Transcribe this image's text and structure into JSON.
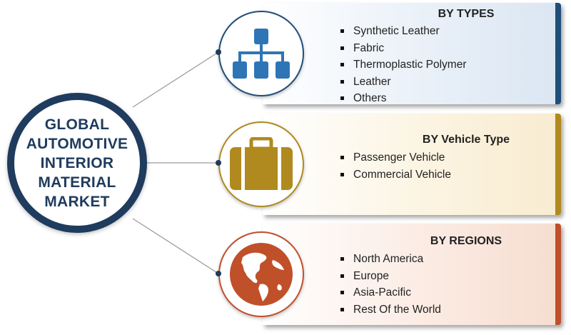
{
  "hub": {
    "title": "GLOBAL AUTOMOTIVE INTERIOR MATERIAL MARKET"
  },
  "segments": [
    {
      "title": "BY TYPES",
      "icon": "hierarchy-icon",
      "color": "#1f4e79",
      "items": [
        "Synthetic Leather",
        "Fabric",
        "Thermoplastic Polymer",
        "Leather",
        "Others"
      ]
    },
    {
      "title": "BY Vehicle Type",
      "icon": "briefcase-icon",
      "color": "#b08a1e",
      "items": [
        "Passenger Vehicle",
        "Commercial Vehicle"
      ]
    },
    {
      "title": "BY REGIONS",
      "icon": "globe-icon",
      "color": "#c0502a",
      "items": [
        "North America",
        "Europe",
        "Asia-Pacific",
        "Rest Of the World"
      ]
    }
  ]
}
